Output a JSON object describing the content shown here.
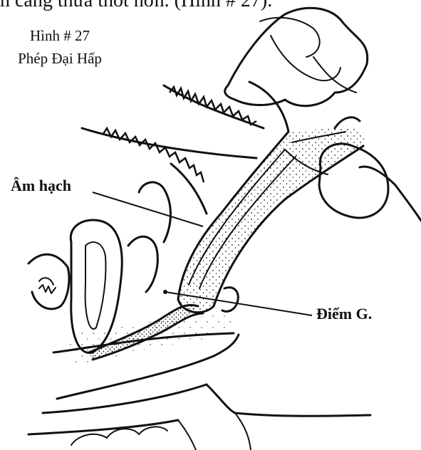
{
  "header": {
    "top_text_fragment": "n căng thừa thốt hơn. (Hình # 27)."
  },
  "figure": {
    "number_label": "Hình # 27",
    "title": "Phép Đại Hấp"
  },
  "labels": {
    "am_hach": "Âm hạch",
    "diem_g": "Điểm G."
  }
}
